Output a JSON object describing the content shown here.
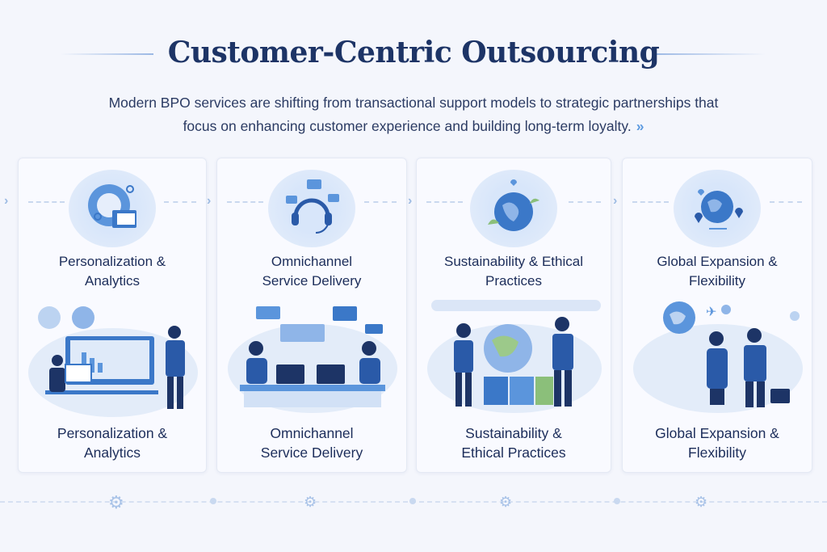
{
  "header": {
    "title": "Customer-Centric Outsourcing",
    "subtitle_line1": "Modern BPO services are shifting from transactional support models to strategic partnerships that",
    "subtitle_line2": "focus on enhancing customer experience and building long-term loyalty.",
    "arrow_icon": "double-chevron-right"
  },
  "cards": [
    {
      "title_top": "Personalization & Analytics",
      "title_bottom": "Personalization & Analytics",
      "icon": "analytics-head-icon"
    },
    {
      "title_top": "Omnichannel Service Delivery",
      "title_bottom": "Omnichannel Service Delivery",
      "icon": "headset-icon"
    },
    {
      "title_top": "Sustainability & Ethical Practices",
      "title_bottom": "Sustainability & Ethical Practices",
      "icon": "globe-leaf-icon"
    },
    {
      "title_top": "Global Expansion & Flexibility",
      "title_bottom": "Global Expansion & Flexibility",
      "icon": "globe-pins-icon"
    }
  ],
  "colors": {
    "primary": "#1d3466",
    "accent": "#3b78c8",
    "light": "#d8e6fa"
  }
}
